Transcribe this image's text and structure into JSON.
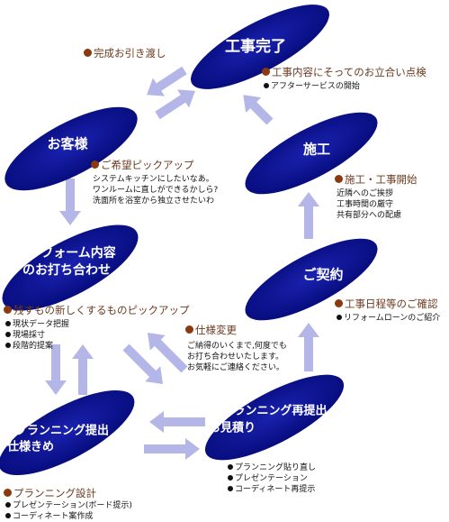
{
  "nodes": {
    "completion": "工事完了",
    "customer": "お客様",
    "construction": "施工",
    "meeting_line1": "リフォーム内容",
    "meeting_line2": "のお打ち合わせ",
    "contract": "ご契約",
    "proposal_line1": "プランニング提出",
    "proposal_line2": "仕様きめ",
    "resubmit_line1": "プランニング再提出",
    "resubmit_line2": "お見積り"
  },
  "annotations": {
    "handover": {
      "heading": "完成お引き渡し"
    },
    "inspection": {
      "heading": "工事内容にそってのお立合い点検",
      "items": [
        "アフターサービスの開始"
      ]
    },
    "wishes": {
      "heading": "ご希望ピックアップ",
      "lines": [
        "システムキッチンにしたいなあ。",
        "ワンルームに直しができるかしら?",
        "洗面所を浴室から独立させたいわ"
      ]
    },
    "start_work": {
      "heading": "施工・工事開始",
      "lines": [
        "近隣へのご挨拶",
        "工事時間の厳守",
        "共有部分への配慮"
      ]
    },
    "new_items": {
      "heading": "残すもの新しくするものピックアップ",
      "items": [
        "現状データ把握",
        "現場採寸",
        "段階的提案"
      ]
    },
    "schedule": {
      "heading": "工事日程等のご確認",
      "items": [
        "リフォームローンのご紹介"
      ]
    },
    "spec_change": {
      "heading": "仕様変更",
      "lines": [
        "ご納得のいくまで,何度でも",
        "お打ち合わせいたします。",
        "お気軽にご連絡ください。"
      ]
    },
    "resubmit_notes": {
      "items": [
        "プランニング貼り直し",
        "プレゼンテーション",
        "コーディネート再提示"
      ]
    },
    "planning_design": {
      "heading": "プランニング設計",
      "items": [
        "プレゼンテーション(ボード提示)",
        "コーディネート案作成"
      ]
    }
  },
  "colors": {
    "node_fill": "#0a0f8a",
    "node_text": "#ffffff",
    "arrow": "#b4b6e8",
    "heading_text": "#6b3a1f",
    "heading_bullet": "#8a3a0e"
  }
}
